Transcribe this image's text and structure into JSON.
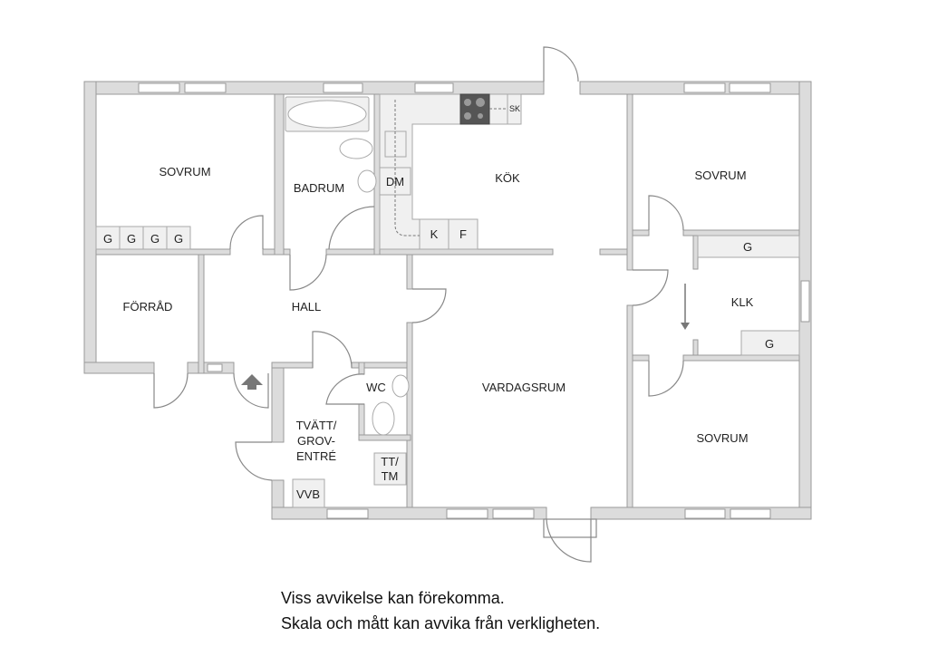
{
  "rooms": {
    "sovrum_nw": "SOVRUM",
    "badrum": "BADRUM",
    "kok": "KÖK",
    "sovrum_ne": "SOVRUM",
    "forrad": "FÖRRÅD",
    "hall": "HALL",
    "klk": "KLK",
    "wc": "WC",
    "vardagsrum": "VARDAGSRUM",
    "tvatt": [
      "TVÄTT/",
      "GROV-",
      "ENTRÉ"
    ],
    "sovrum_se": "SOVRUM"
  },
  "fixtures": {
    "closet": "G",
    "dishwasher": "DM",
    "fridge": "K",
    "freezer": "F",
    "hood": "SK",
    "washer_dryer": [
      "TT/",
      "TM"
    ],
    "water_heater": "VVB"
  },
  "footer": {
    "line1": "Viss avvikelse kan förekomma.",
    "line2": "Skala och mått kan avvika från verkligheten."
  },
  "colors": {
    "wall": "#dcdcdc",
    "wall_edge": "#9a9a9a",
    "stove": "#555555"
  }
}
